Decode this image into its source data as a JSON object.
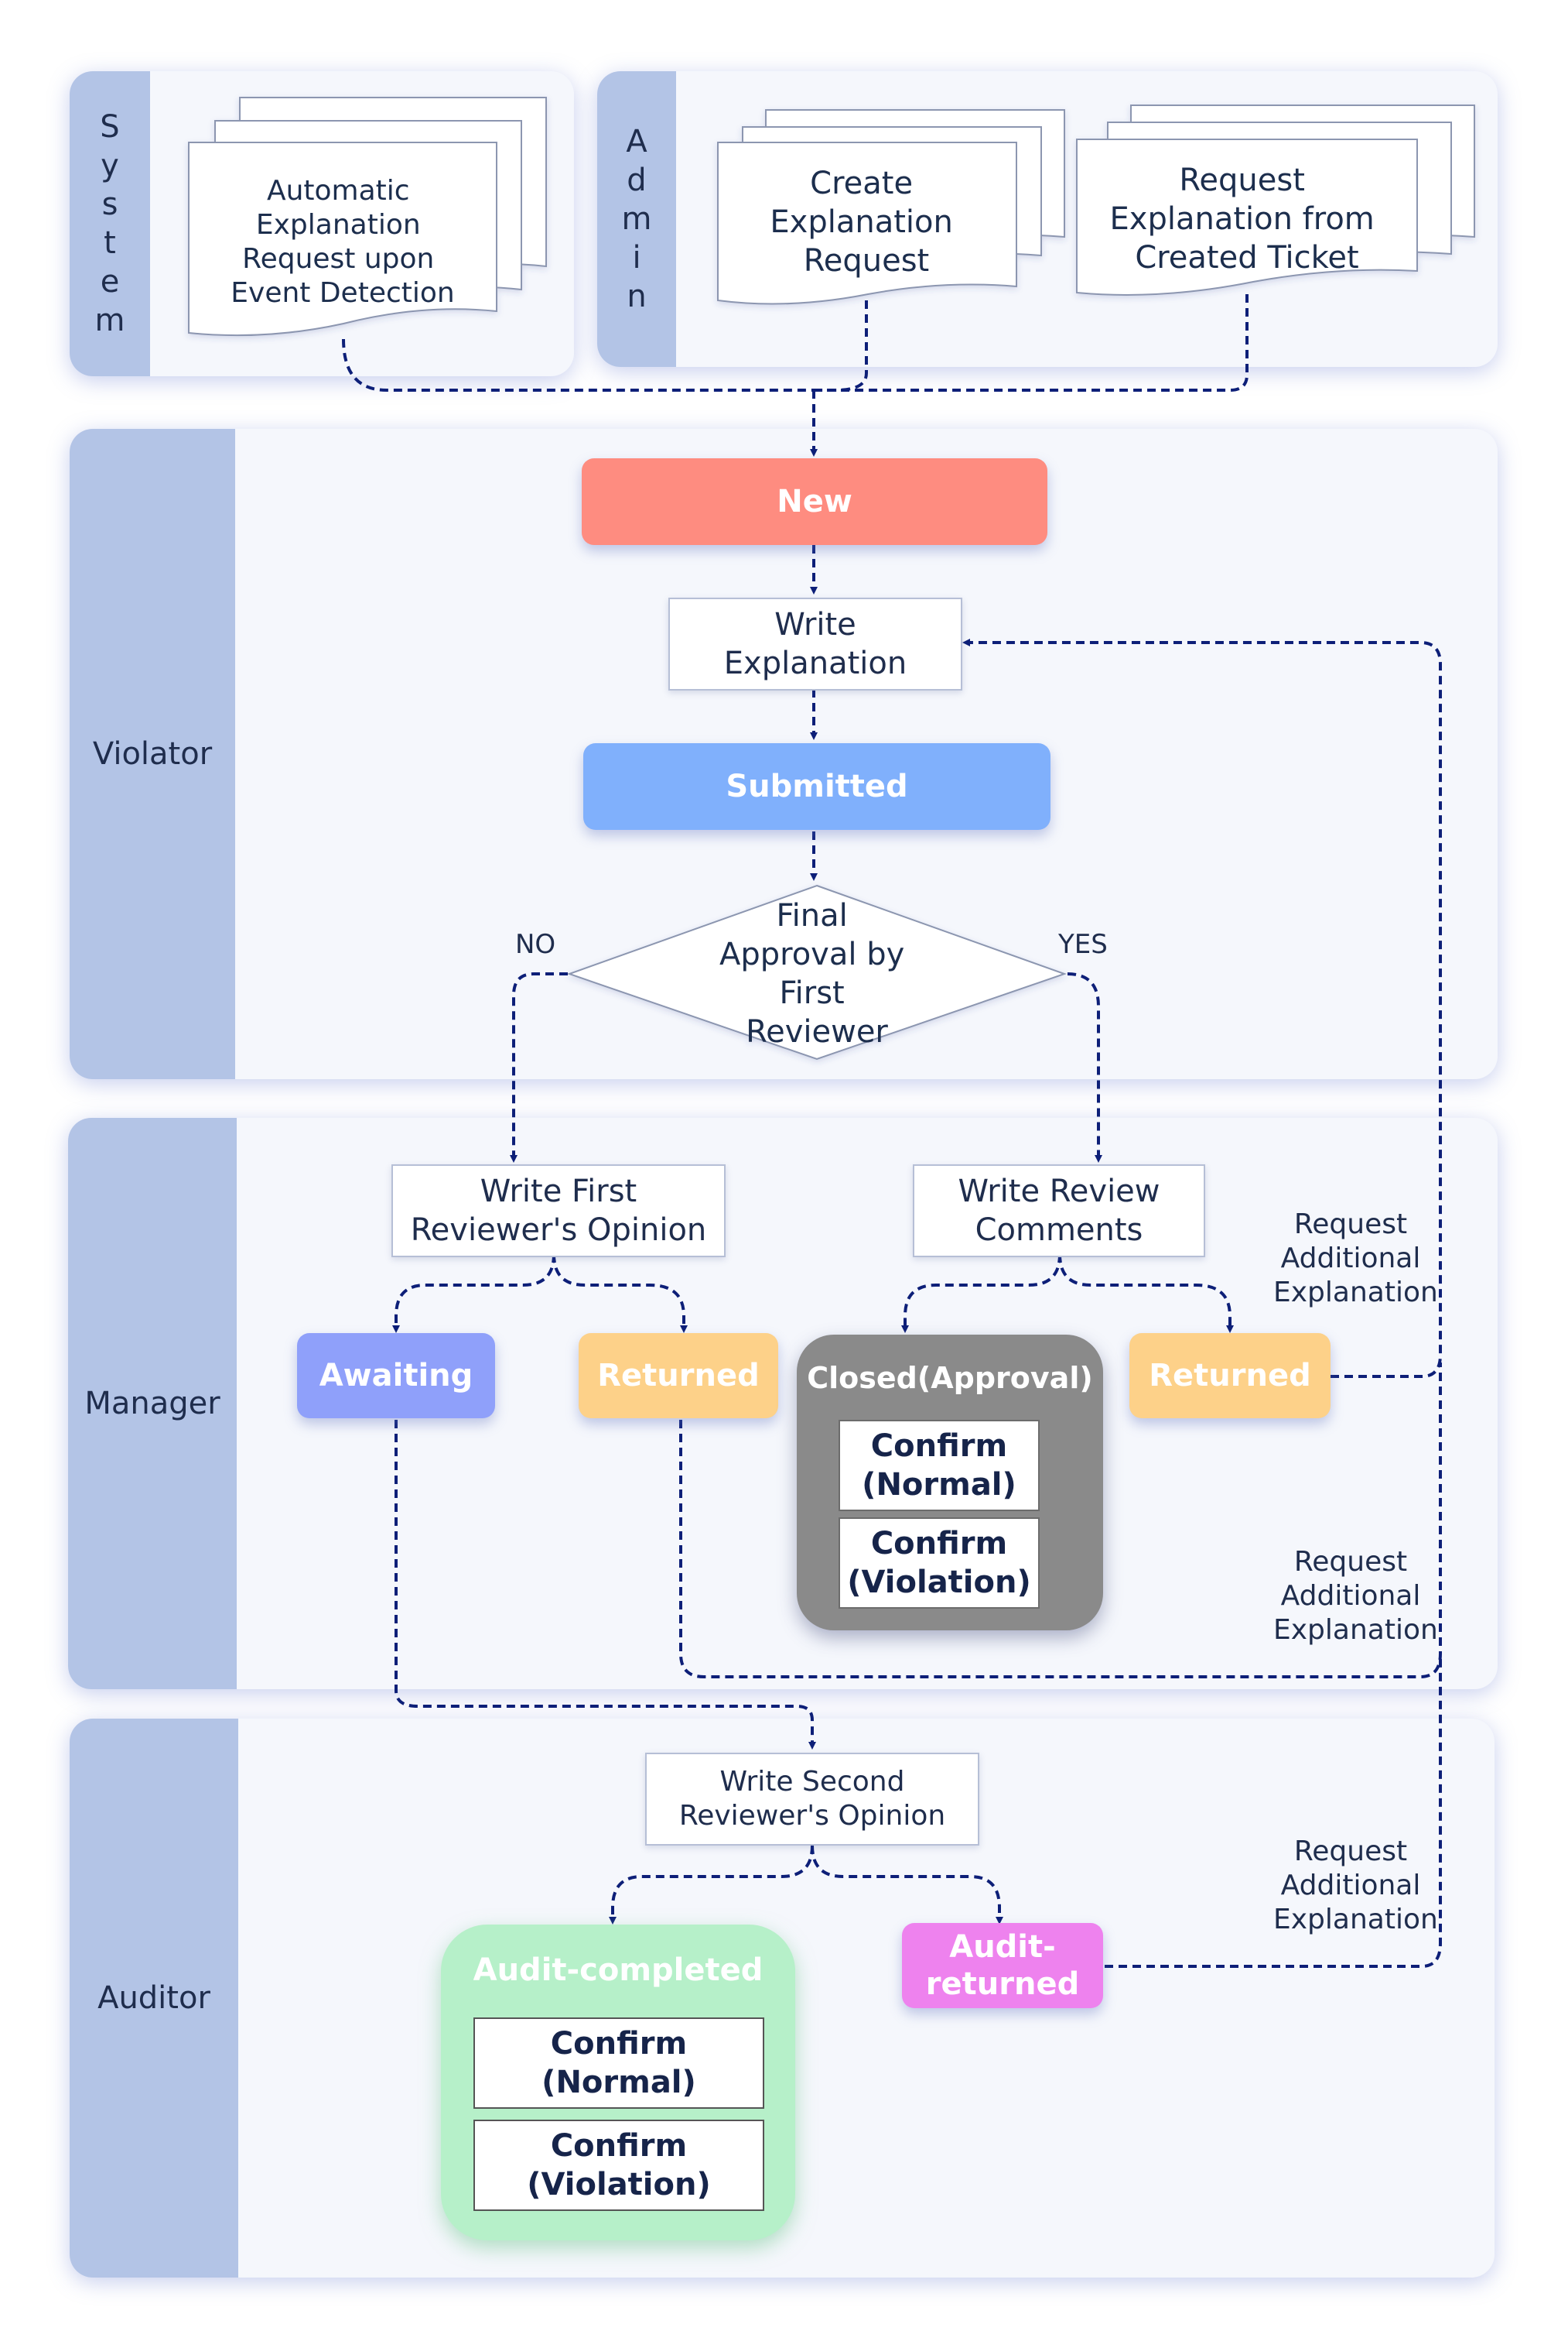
{
  "lanes": {
    "system": "S\ny\ns\nt\ne\nm",
    "admin": "A\nd\nm\ni\nn",
    "violator": "Violator",
    "manager": "Manager",
    "auditor": "Auditor"
  },
  "triggers": {
    "auto_request": [
      "Automatic",
      "Explanation",
      "Request upon",
      "Event Detection"
    ],
    "create_request": [
      "Create",
      "Explanation",
      "Request"
    ],
    "ticket_request": [
      "Request",
      "Explanation from",
      "Created Ticket"
    ]
  },
  "violator": {
    "new": "New",
    "write_explanation": "Write\nExplanation",
    "submitted": "Submitted",
    "decision": [
      "Final",
      "Approval by",
      "First",
      "Reviewer"
    ],
    "no": "NO",
    "yes": "YES"
  },
  "manager": {
    "first_opinion": "Write First\nReviewer's Opinion",
    "review_comments": "Write Review\nComments",
    "awaiting": "Awaiting",
    "returned_left": "Returned",
    "closed_title": "Closed(Approval)",
    "confirm_normal": "Confirm\n(Normal)",
    "confirm_violation": "Confirm\n(Violation)",
    "returned_right": "Returned",
    "note_top": "Request\nAdditional\nExplanation",
    "note_bottom": "Request\nAdditional\nExplanation"
  },
  "auditor": {
    "second_opinion": "Write Second\nReviewer's Opinion",
    "audit_completed": "Audit-completed",
    "confirm_normal": "Confirm\n(Normal)",
    "confirm_violation": "Confirm\n(Violation)",
    "audit_returned": "Audit-\nreturned",
    "note": "Request\nAdditional\nExplanation"
  },
  "colors": {
    "lane_side": "#b3c4e6",
    "new": "#fe8c80",
    "submitted": "#80b0fc",
    "awaiting": "#8fa0fa",
    "returned": "#fdd189",
    "closed": "#8a8a8a",
    "audit_completed": "#b6f0c9",
    "audit_returned": "#ee82ee",
    "connector": "#0d1f78"
  }
}
